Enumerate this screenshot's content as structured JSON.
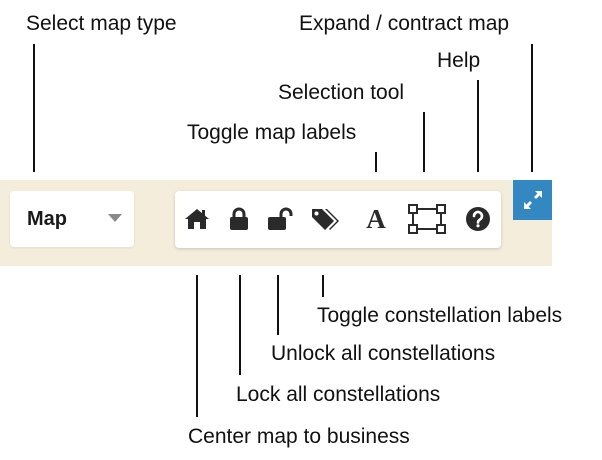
{
  "annotations": {
    "select_map_type": "Select map type",
    "expand_contract_map": "Expand / contract map",
    "help": "Help",
    "selection_tool": "Selection tool",
    "toggle_map_labels": "Toggle map labels",
    "toggle_constellation_labels": "Toggle constellation labels",
    "unlock_all_constellations": "Unlock all constellations",
    "lock_all_constellations": "Lock all constellations",
    "center_map_to_business": "Center map to business"
  },
  "toolbar": {
    "map_select": {
      "value": "Map"
    },
    "text_tool_glyph": "A",
    "tools": [
      "home-icon",
      "lock-icon",
      "unlock-icon",
      "tags-icon",
      "text-icon",
      "selection-icon",
      "help-icon"
    ],
    "expand_icon": "expand-icon"
  },
  "colors": {
    "toolbar_background": "#f5eddb",
    "expand_button": "#3388c2",
    "icon": "#2a2a2a",
    "caret": "#8a8a8a"
  }
}
